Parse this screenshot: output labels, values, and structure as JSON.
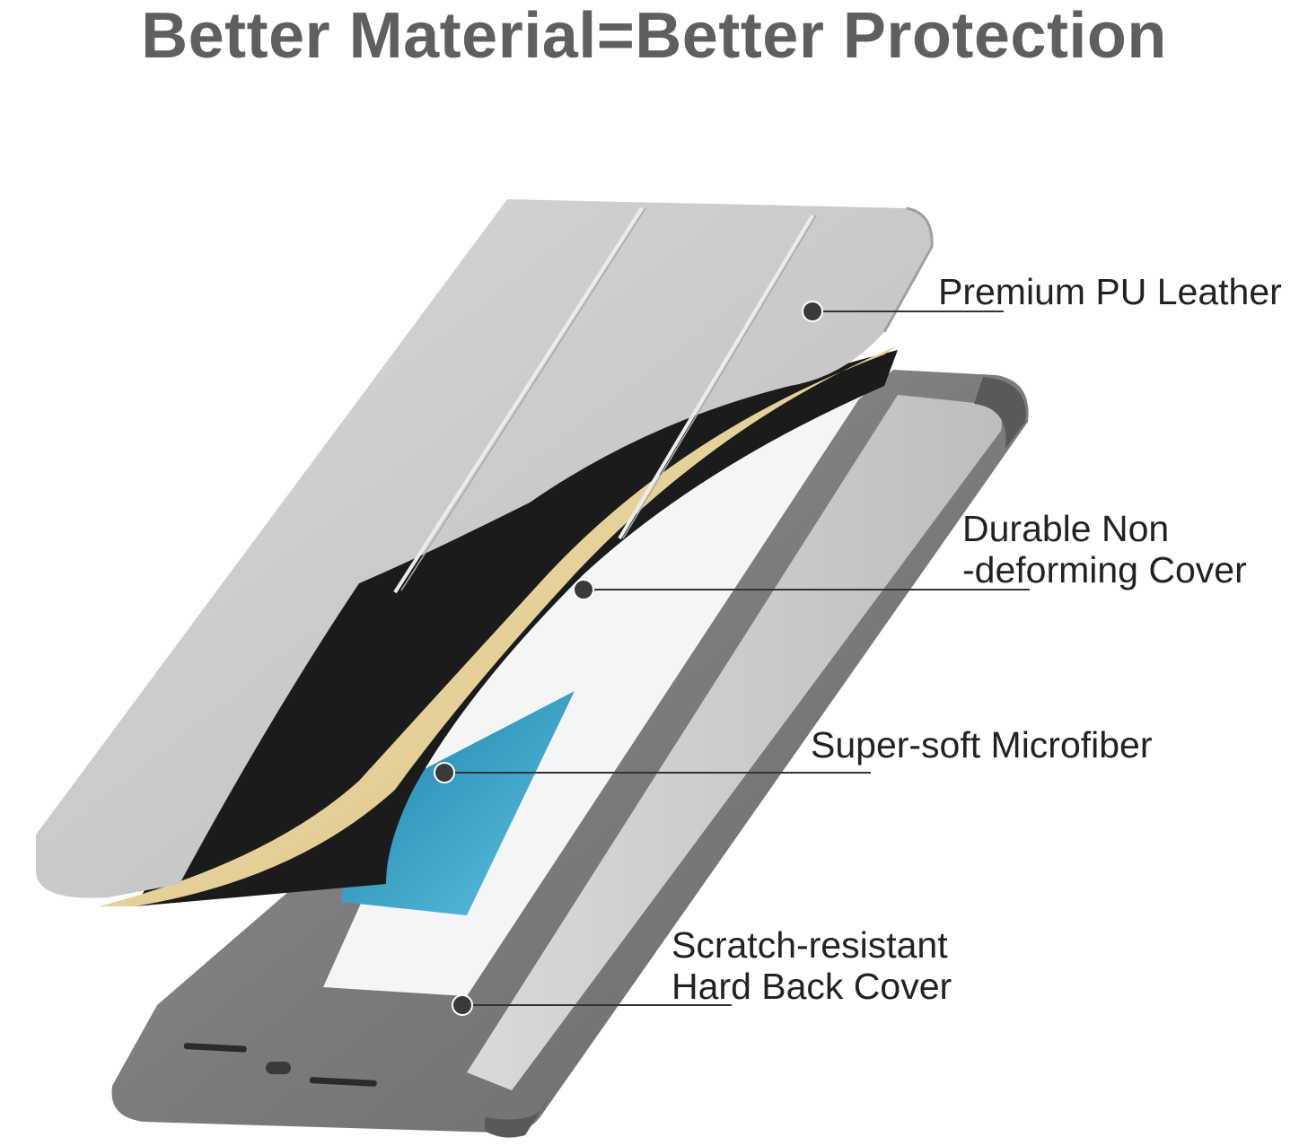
{
  "headline": "Better Material=Better Protection",
  "callouts": [
    {
      "lines": [
        "Premium PU Leather"
      ]
    },
    {
      "lines": [
        "Durable Non",
        "-deforming Cover"
      ]
    },
    {
      "lines": [
        "Super-soft Microfiber"
      ]
    },
    {
      "lines": [
        "Scratch-resistant",
        "Hard Back Cover"
      ]
    }
  ],
  "colors": {
    "headline": "#5f5f5f",
    "leather": "#c8c9cb",
    "cover_core": "#e6d39c",
    "microfiber": "#1a1a1a",
    "back_shell": "#8a8888",
    "screen": "#2fa3c9"
  }
}
